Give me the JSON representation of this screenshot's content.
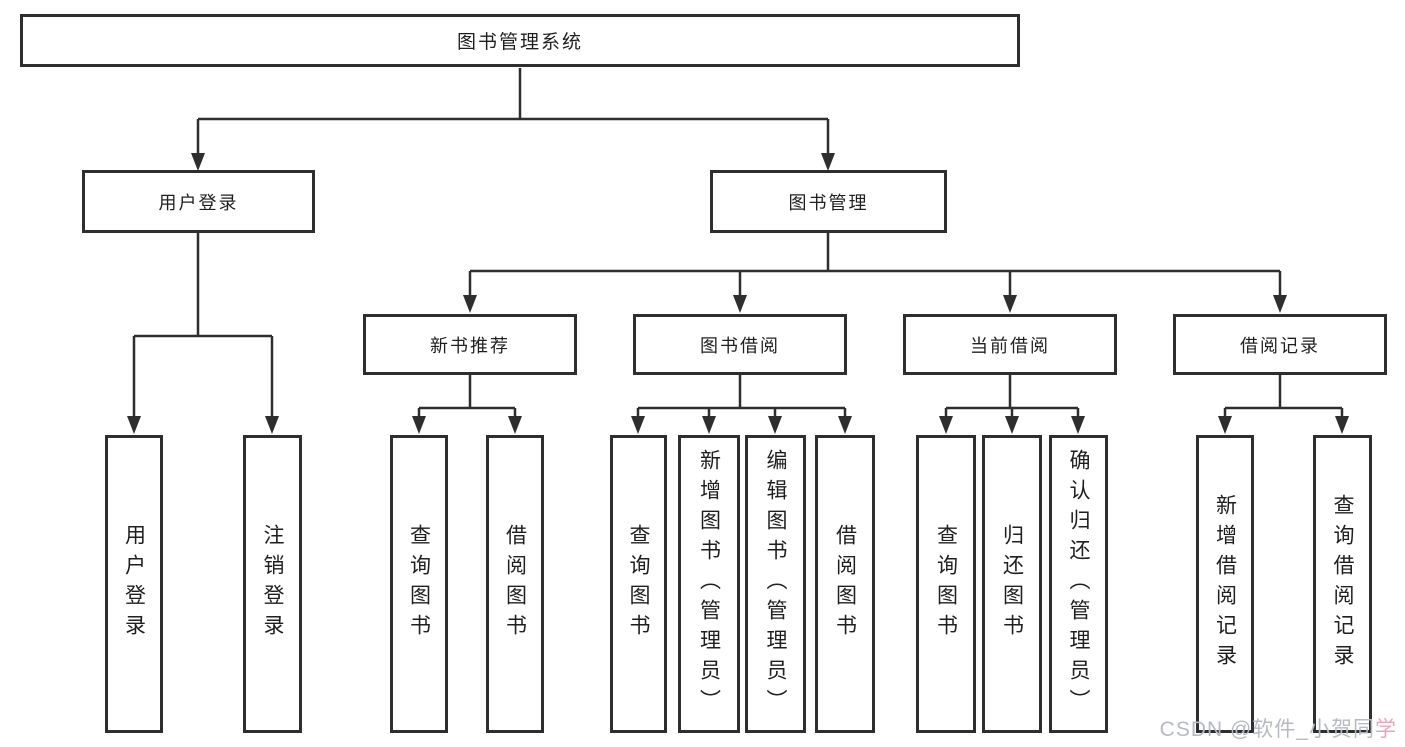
{
  "colors": {
    "line": "#2e2e2e",
    "box_border": "#2e2e2e",
    "text": "#1f1f1f",
    "watermark_gray": "#b7bac4",
    "watermark_accent": "#e8a4b8",
    "background": "#ffffff"
  },
  "tree": {
    "root": {
      "label": "图书管理系统"
    },
    "user_login": {
      "label": "用户登录",
      "children": [
        {
          "label": "用户登录"
        },
        {
          "label": "注销登录"
        }
      ]
    },
    "book_management": {
      "label": "图书管理",
      "sections": [
        {
          "label": "新书推荐",
          "children": [
            {
              "label": "查询图书"
            },
            {
              "label": "借阅图书"
            }
          ]
        },
        {
          "label": "图书借阅",
          "children": [
            {
              "label": "查询图书"
            },
            {
              "label": "新增图书（管理员）"
            },
            {
              "label": "编辑图书（管理员）"
            },
            {
              "label": "借阅图书"
            }
          ]
        },
        {
          "label": "当前借阅",
          "children": [
            {
              "label": "查询图书"
            },
            {
              "label": "归还图书"
            },
            {
              "label": "确认归还（管理员）"
            }
          ]
        },
        {
          "label": "借阅记录",
          "children": [
            {
              "label": "新增借阅记录"
            },
            {
              "label": "查询借阅记录"
            }
          ]
        }
      ]
    }
  },
  "watermark": {
    "main": "CSDN @软件_小贺同",
    "accent": "学"
  }
}
